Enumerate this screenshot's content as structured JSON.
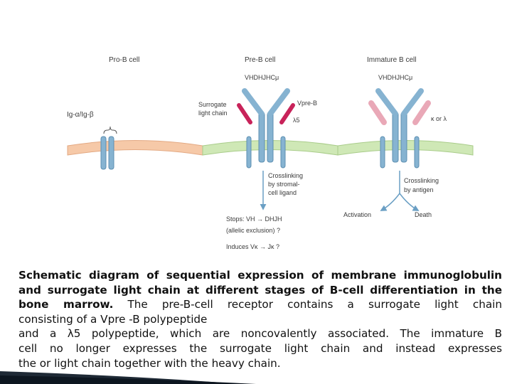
{
  "labels": {
    "stage_pro_b": "Pro-B cell",
    "stage_pre_b": "Pre-B cell",
    "stage_immature_b": "Immature B cell",
    "ig_alpha_beta": "Ig-α/Ig-β",
    "surrogate_line1": "Surrogate",
    "surrogate_line2": "light chain",
    "vpre_b": "Vpre-B",
    "lambda5": "λ5",
    "kappa_lambda": "κ or λ",
    "heavy_chain_pre": "VHDHJHCμ",
    "heavy_chain_imm": "VHDHJHCμ",
    "crosslink_stromal_1": "Crosslinking",
    "crosslink_stromal_2": "by stromal-",
    "crosslink_stromal_3": "cell ligand",
    "crosslink_antigen_1": "Crosslinking",
    "crosslink_antigen_2": "by antigen",
    "activation": "Activation",
    "death": "Death",
    "stops_1": "Stops: VH → DHJH",
    "stops_2": "(allelic exclusion) ?",
    "induces": "Induces Vκ → Jκ ?"
  },
  "caption": {
    "bold_part": "Schematic diagram of sequential expression of membrane immunoglobulin and surrogate light chain at different stages of B-cell differentiation in the bone marrow.",
    "line3_rest": "The pre-B-cell receptor contains a surrogate light chain",
    "line4": "consisting of a Vpre -B polypeptide",
    "line5": "and a λ5 polypeptide, which are noncovalently associated. The immature B",
    "line6": "cell no longer expresses the surrogate light chain and instead expresses",
    "line7": "the  or  light chain together with the  heavy chain.",
    "bold_line1": "Schematic diagram of sequential expression of membrane immunoglobulin",
    "bold_line2": "and surrogate light chain at different stages of B-cell differentiation in the",
    "bold_line3": "bone marrow."
  },
  "colors": {
    "membrane_pro_b": "#f6c9a8",
    "membrane_pre_b": "#cfe8b6",
    "heavy_chain": "#86b3d1",
    "surrogate_chain": "#c8235a",
    "light_chain": "#e9a8b7",
    "arrow": "#6a9fc4"
  }
}
